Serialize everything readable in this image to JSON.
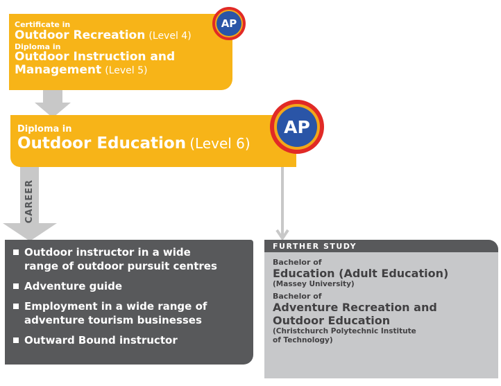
{
  "qualification_1": {
    "line1_label": "Certificate in",
    "line1_name": "Outdoor Recreation",
    "line1_level": "(Level 4)",
    "line2_label": "Diploma in",
    "line2_name_a": "Outdoor Instruction and",
    "line2_name_b": "Management",
    "line2_level": "(Level 5)",
    "badge": "AP"
  },
  "qualification_2": {
    "label": "Diploma in",
    "name": "Outdoor Education",
    "level": "(Level 6)",
    "badge": "AP"
  },
  "career": {
    "label": "CAREER",
    "items": [
      {
        "a": "Outdoor instructor in a wide",
        "b": "range of outdoor pursuit centres"
      },
      {
        "a": "Adventure guide",
        "b": ""
      },
      {
        "a": "Employment in a wide range of",
        "b": "adventure tourism businesses"
      },
      {
        "a": "Outward Bound instructor",
        "b": ""
      }
    ]
  },
  "further_study": {
    "header": "FURTHER STUDY",
    "programs": [
      {
        "label": "Bachelor of",
        "name_a": "Education (Adult Education)",
        "name_b": "",
        "inst_a": "(Massey University)",
        "inst_b": ""
      },
      {
        "label": "Bachelor of",
        "name_a": "Adventure Recreation and",
        "name_b": "Outdoor Education",
        "inst_a": "(Christchurch Polytechnic Institute",
        "inst_b": "of Technology)"
      }
    ]
  },
  "colors": {
    "yellow": "#F7B418",
    "dark_gray": "#58595B",
    "light_gray": "#C7C8CA",
    "arrow_gray": "#C8C8C8",
    "badge_red": "#E12A26",
    "badge_blue": "#2A55A7"
  }
}
